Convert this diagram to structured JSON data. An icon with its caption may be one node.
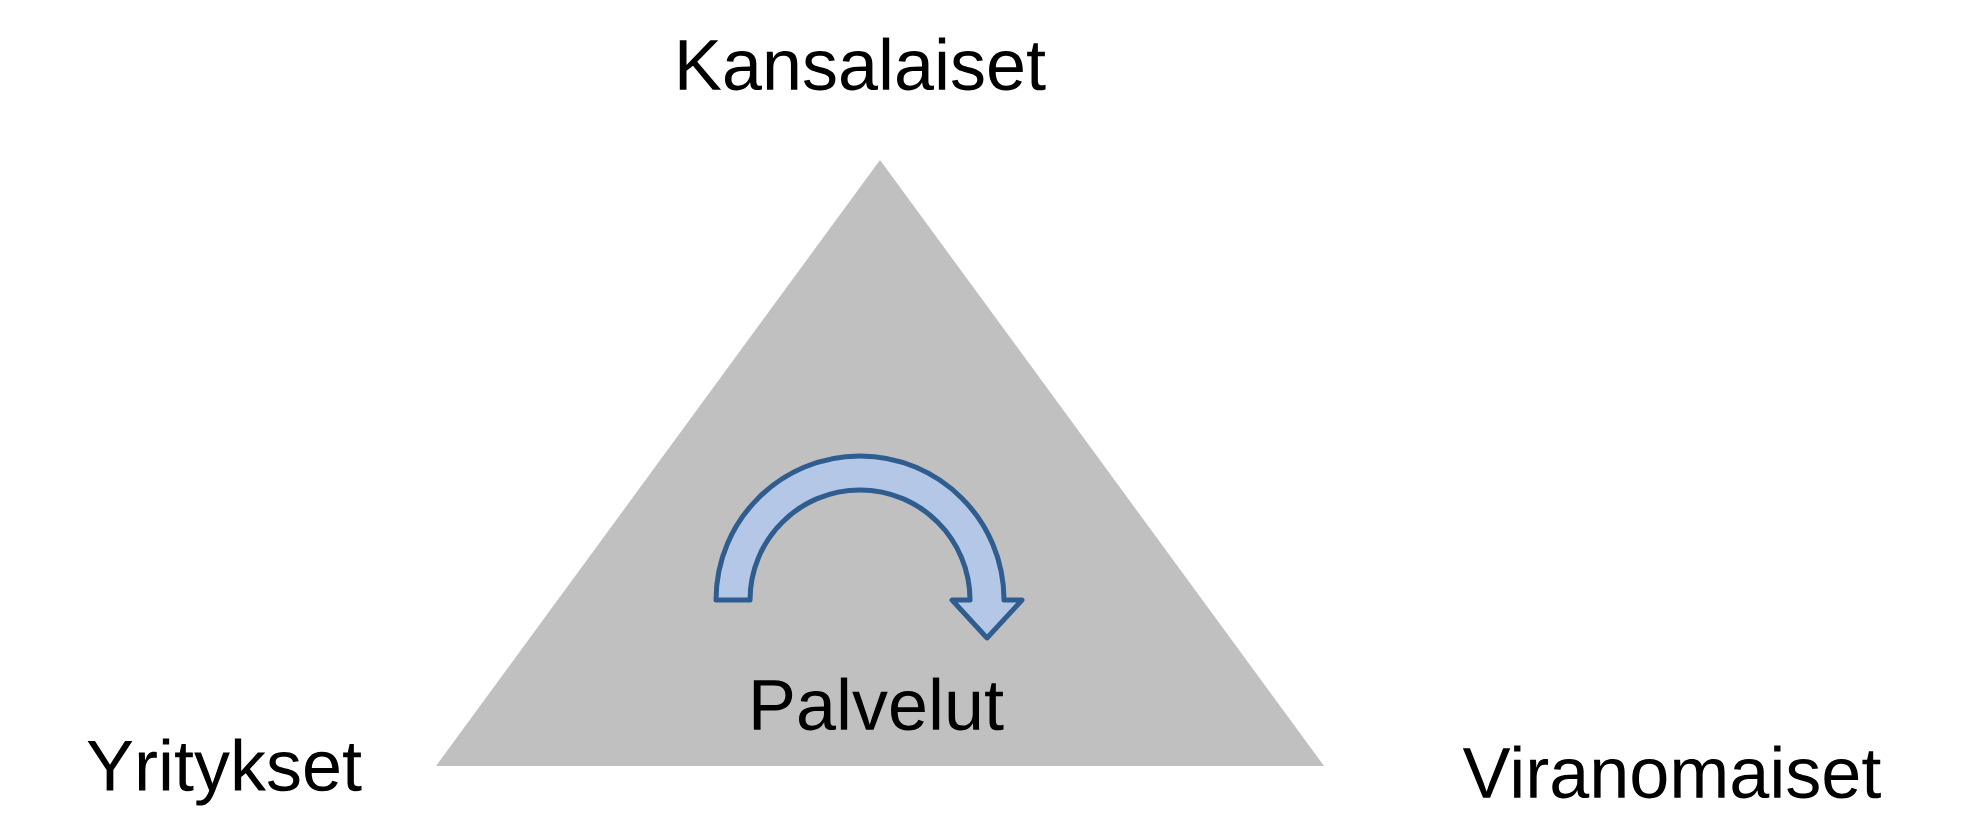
{
  "diagram": {
    "nodes": [
      {
        "text": [
          "Palvelut"
        ]
      }
    ],
    "labels": [
      "Kansalaiset",
      "Yritykset",
      "Viranomaiset"
    ]
  }
}
